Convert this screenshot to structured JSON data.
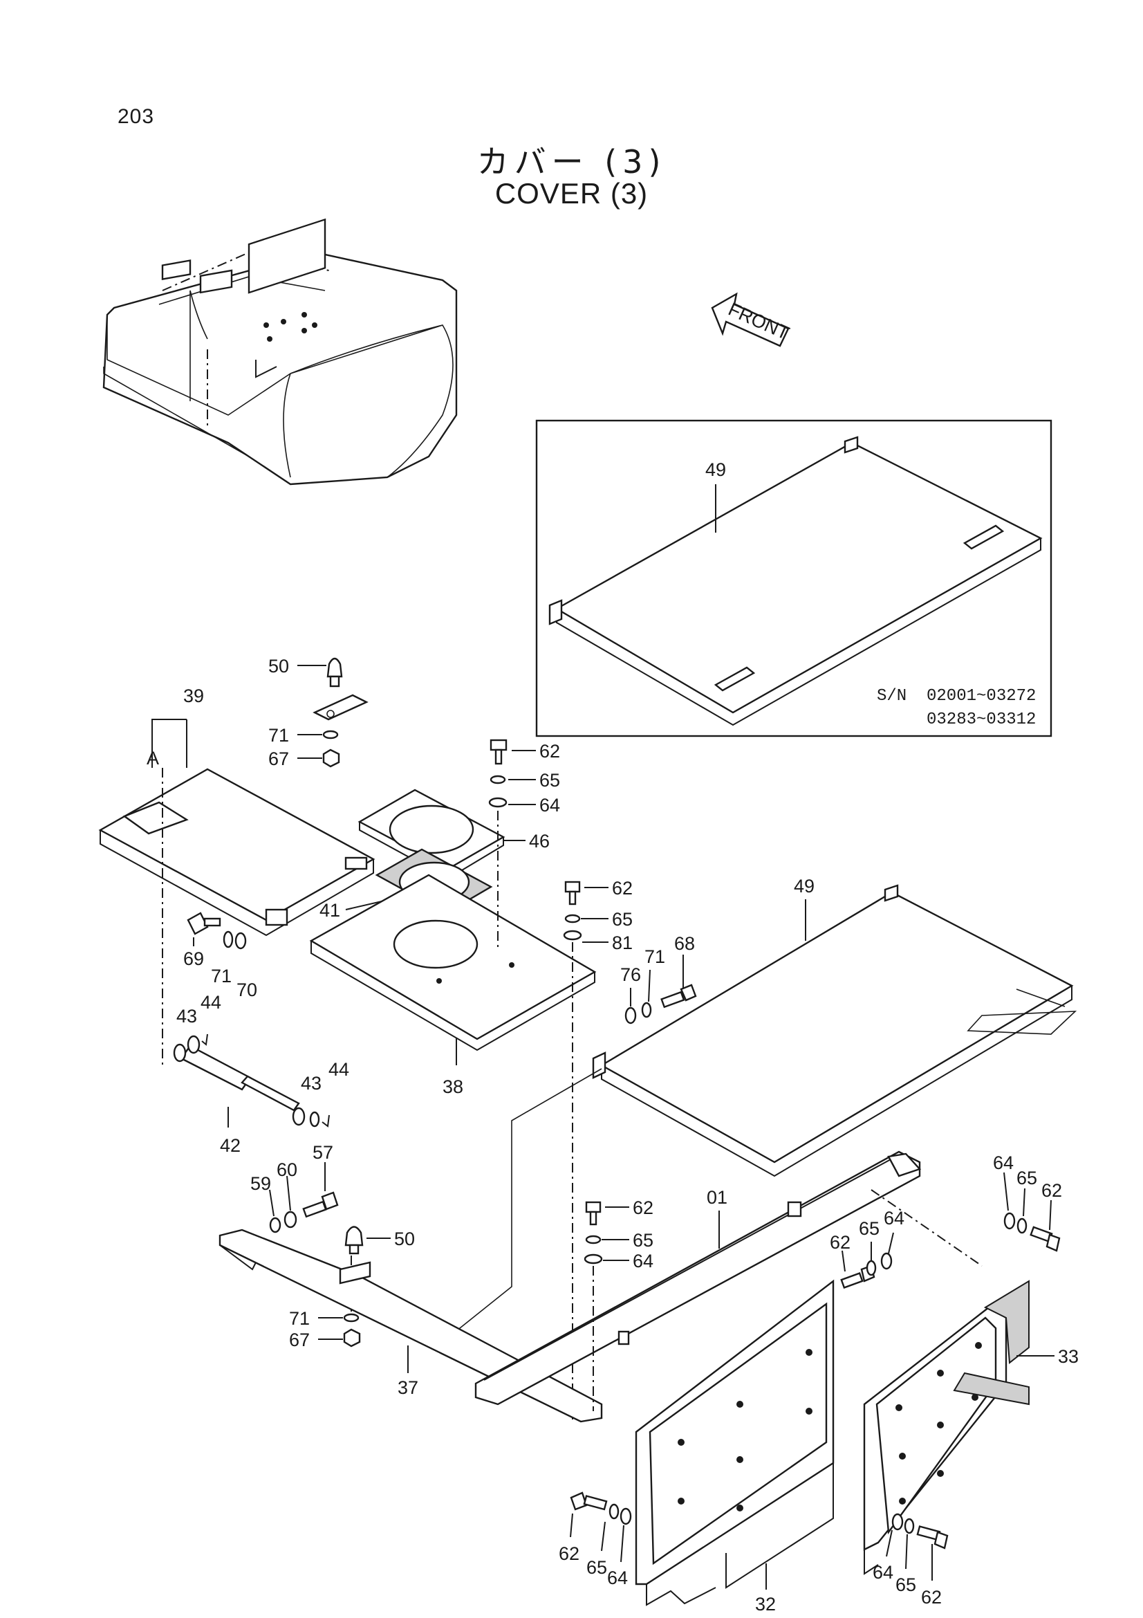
{
  "page": {
    "number": "203",
    "title_jp": "カバー (3)",
    "title_en": "COVER (3)"
  },
  "front_arrow": {
    "text": "FRONT"
  },
  "inset": {
    "serial_prefix": "S/N",
    "serial_ranges": [
      "02001~03272",
      "03283~03312"
    ],
    "part_label": "49"
  },
  "labels": {
    "l50a": "50",
    "l39": "39",
    "lA": "A",
    "l71a": "71",
    "l67a": "67",
    "l62a": "62",
    "l65a": "65",
    "l64a": "64",
    "l46": "46",
    "l41": "41",
    "l69": "69",
    "l71b": "71",
    "l70": "70",
    "l62b": "62",
    "l65b": "65",
    "l81": "81",
    "l76": "76",
    "l71c": "71",
    "l68": "68",
    "l49": "49",
    "l38": "38",
    "l43a": "43",
    "l44a": "44",
    "l43b": "43",
    "l44b": "44",
    "l42": "42",
    "l59": "59",
    "l60": "60",
    "l57": "57",
    "l50b": "50",
    "l62c": "62",
    "l65c": "65",
    "l64c": "64",
    "l01": "01",
    "l71d": "71",
    "l67b": "67",
    "l37": "37",
    "l64d": "64",
    "l65d": "65",
    "l62d": "62",
    "l62e": "62",
    "l65e": "65",
    "l64e": "64",
    "l33": "33",
    "l62f": "62",
    "l65f": "65",
    "l64f": "64",
    "l32": "32",
    "l64g": "64",
    "l65g": "65",
    "l62g": "62"
  }
}
